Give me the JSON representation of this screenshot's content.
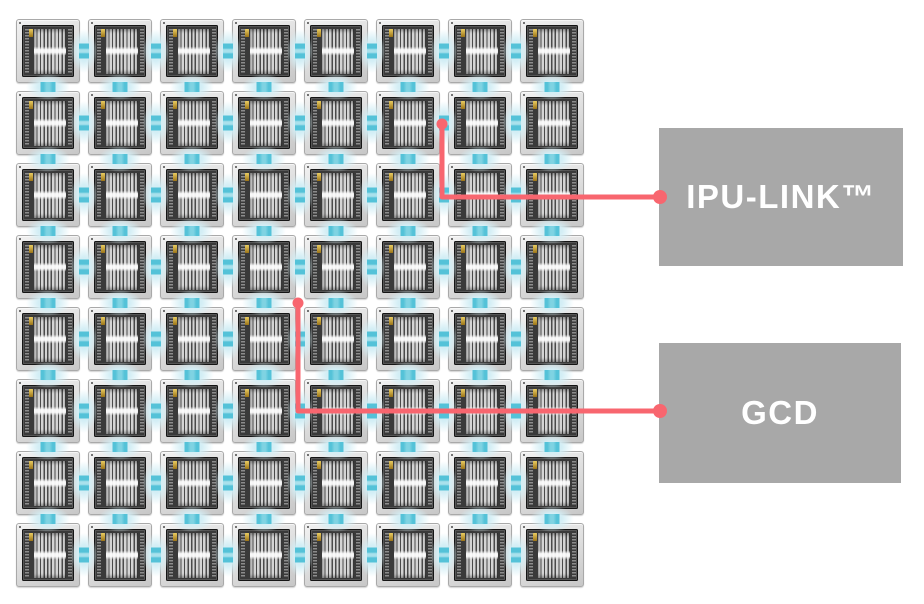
{
  "diagram": {
    "grid": {
      "rows": 8,
      "cols": 8,
      "node": "ipu-chip"
    },
    "callouts": {
      "ipu_link": {
        "label": "IPU-LINK™"
      },
      "gcd": {
        "label": "GCD"
      }
    },
    "colors": {
      "accent_red": "#f8666f",
      "link_teal": "#54c2d8",
      "link_teal_light": "#a9e1ec",
      "link_teal_bright": "#7fd3e2",
      "link_glow": "#d3eef5",
      "box_gray": "#a8a8a8",
      "box_text": "#ffffff"
    }
  }
}
